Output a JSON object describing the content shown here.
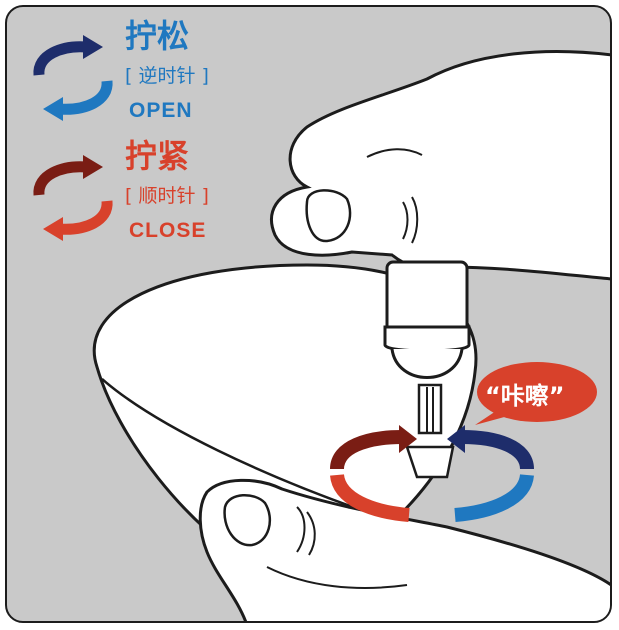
{
  "legend": {
    "open": {
      "title": "拧松",
      "direction": "[ 逆时针 ]",
      "english": "OPEN",
      "icon": "counterclockwise-arrows-icon",
      "colors": {
        "top": "#1e2d6b",
        "bottom": "#1f78c0"
      }
    },
    "close": {
      "title": "拧紧",
      "direction": "[ 顺时针 ]",
      "english": "CLOSE",
      "icon": "clockwise-arrows-icon",
      "colors": {
        "top": "#7a1d14",
        "bottom": "#d8412b"
      }
    }
  },
  "callout": {
    "text": "“咔嚓”",
    "color": "#d8412b"
  },
  "colors": {
    "background": "#c9c9c9",
    "outline": "#1c1c1c",
    "skin": "#ffffff"
  }
}
